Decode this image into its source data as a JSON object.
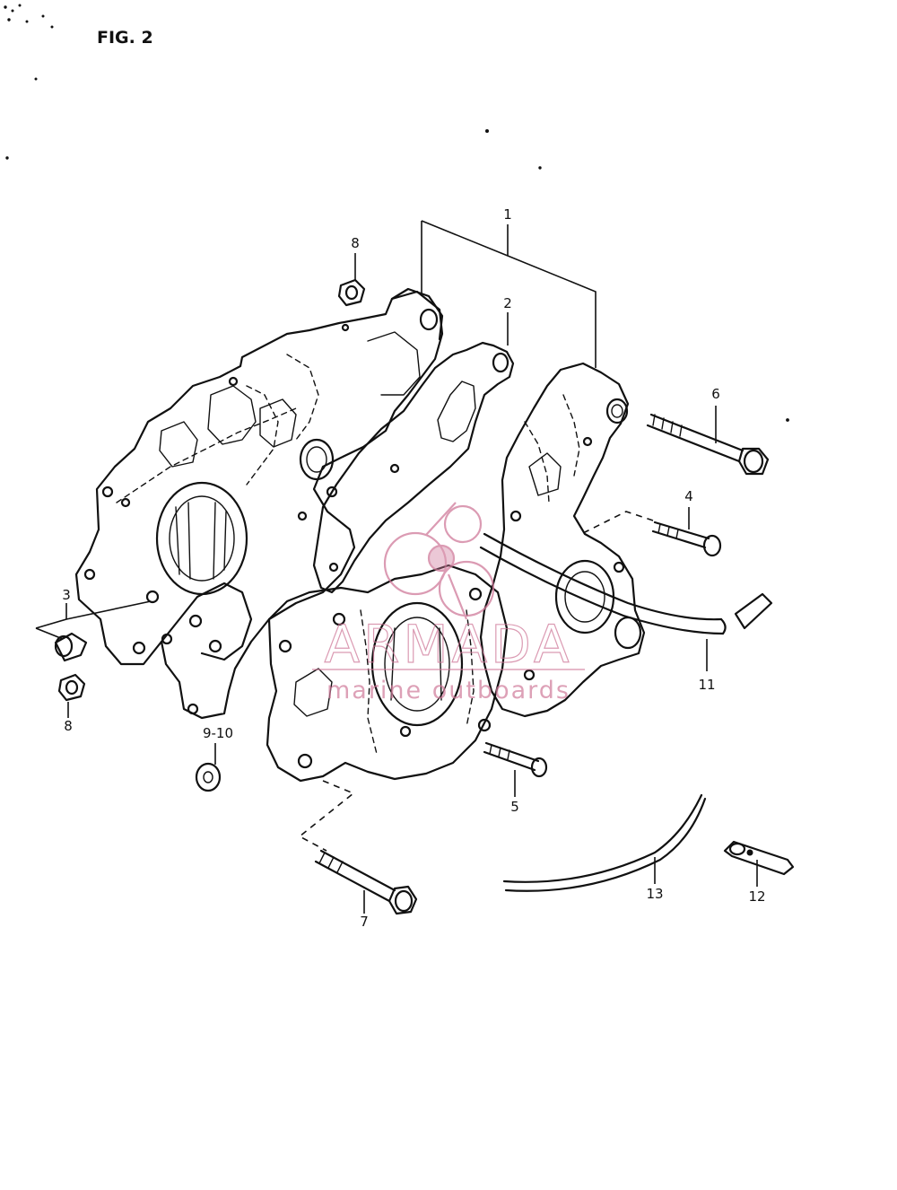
{
  "figure": {
    "title": "FIG. 2"
  },
  "callouts": {
    "c1": "1",
    "c2": "2",
    "c3": "3",
    "c4": "4",
    "c5": "5",
    "c6": "6",
    "c8_top": "8",
    "c8_bottom": "8",
    "c9_10": "9-10",
    "c11": "11",
    "c12": "12",
    "c13": "13",
    "c7": "7"
  },
  "watermark": {
    "brand": "ARMADA",
    "tagline": "marine outboards",
    "color": "#d07a9a"
  },
  "colors": {
    "line": "#111111",
    "background": "#ffffff"
  }
}
